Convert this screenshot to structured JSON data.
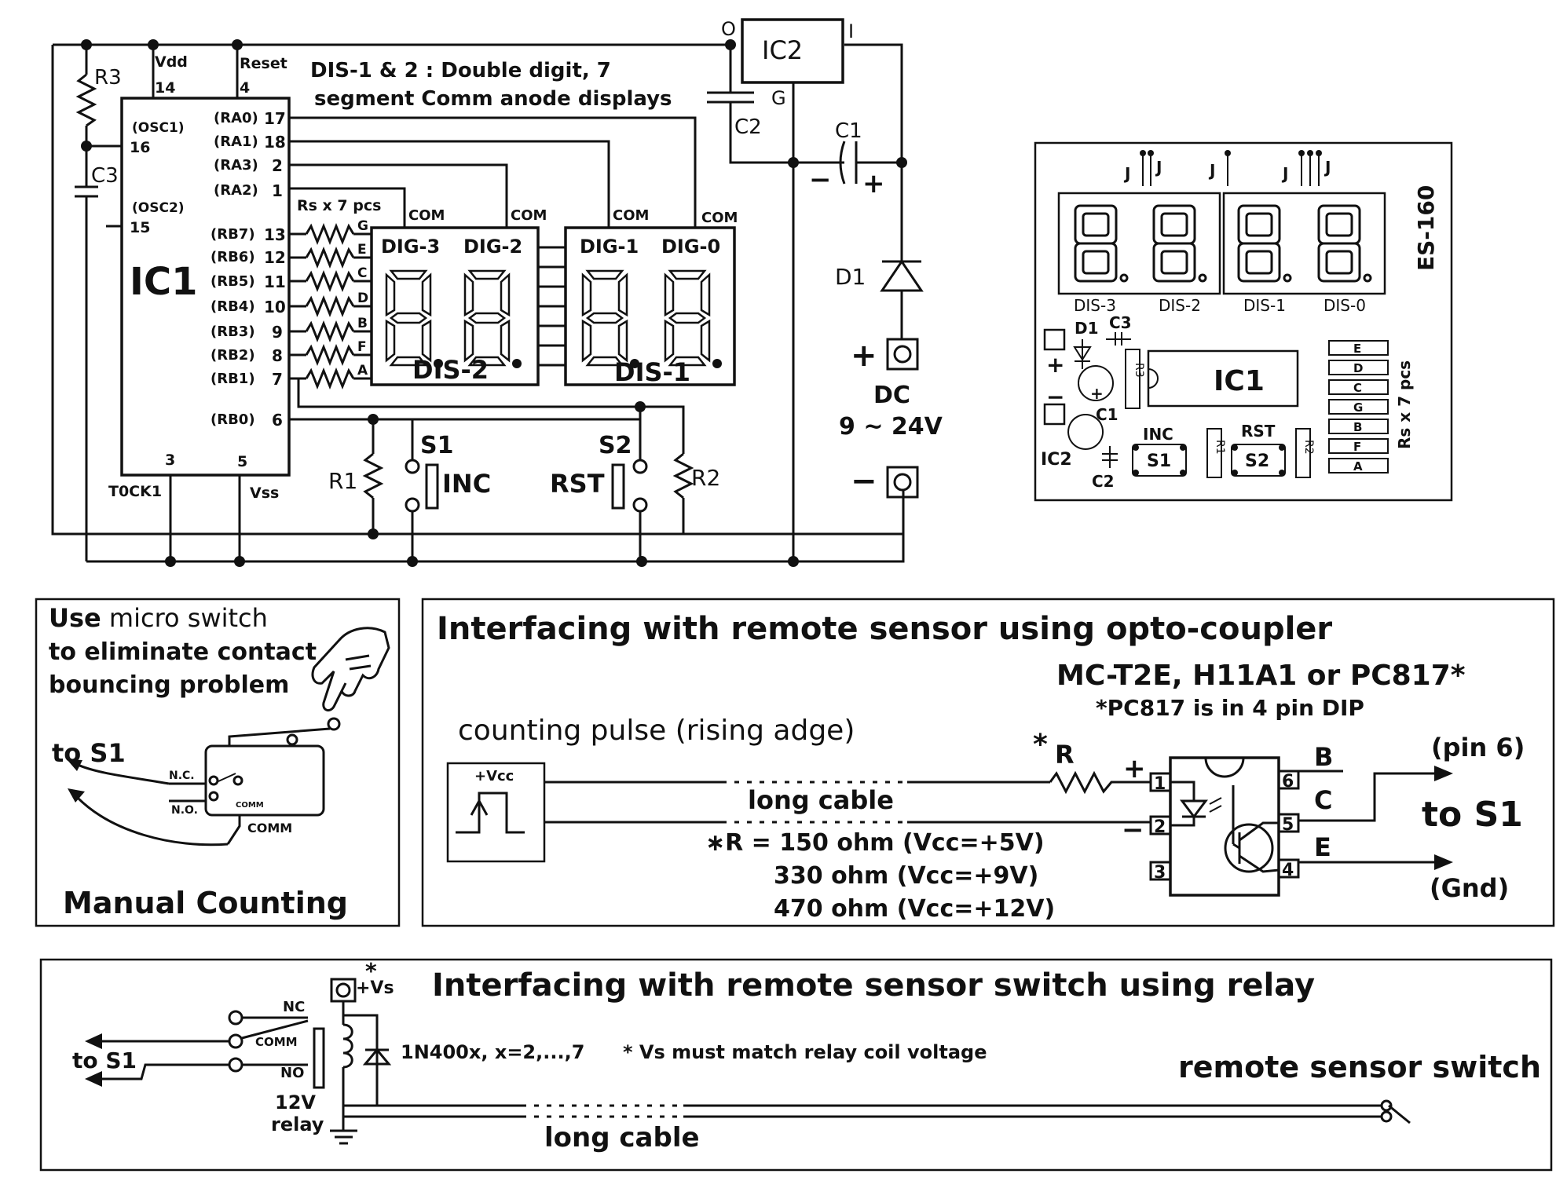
{
  "schematic": {
    "ic1": {
      "name": "IC1",
      "top_pins": [
        {
          "label": "Vdd",
          "num": "14"
        },
        {
          "label": "Reset",
          "num": "4"
        }
      ],
      "left_pins": [
        {
          "label": "(OSC1)",
          "num": "16"
        },
        {
          "label": "(OSC2)",
          "num": "15"
        }
      ],
      "right_pins": [
        {
          "label": "(RA0)",
          "num": "17"
        },
        {
          "label": "(RA1)",
          "num": "18"
        },
        {
          "label": "(RA3)",
          "num": "2"
        },
        {
          "label": "(RA2)",
          "num": "1"
        },
        {
          "label": "(RB7)",
          "num": "13"
        },
        {
          "label": "(RB6)",
          "num": "12"
        },
        {
          "label": "(RB5)",
          "num": "11"
        },
        {
          "label": "(RB4)",
          "num": "10"
        },
        {
          "label": "(RB3)",
          "num": "9"
        },
        {
          "label": "(RB2)",
          "num": "8"
        },
        {
          "label": "(RB1)",
          "num": "7"
        },
        {
          "label": "(RB0)",
          "num": "6"
        }
      ],
      "bottom_pins": [
        {
          "label": "T0CK1",
          "num": "3"
        },
        {
          "label": "Vss",
          "num": "5"
        }
      ]
    },
    "r3": "R3",
    "c3": "C3",
    "ic2": {
      "name": "IC2",
      "o": "O",
      "i": "I",
      "g": "G"
    },
    "c1": "C1",
    "c2": "C2",
    "d1": "D1",
    "dc_label": "DC",
    "dc_range": "9 ~ 24V",
    "plus": "+",
    "minus": "−",
    "display_note": [
      "DIS-1 & 2 : Double digit,  7",
      "segment Comm anode displays"
    ],
    "rs_label": "Rs x 7 pcs",
    "segments": [
      "G",
      "E",
      "C",
      "D",
      "B",
      "F",
      "A"
    ],
    "com": "COM",
    "dis2": {
      "name": "DIS-2",
      "digits": [
        "DIG-3",
        "DIG-2"
      ]
    },
    "dis1": {
      "name": "DIS-1",
      "digits": [
        "DIG-1",
        "DIG-0"
      ]
    },
    "s1": {
      "name": "S1",
      "func": "INC"
    },
    "s2": {
      "name": "S2",
      "func": "RST"
    },
    "r1": "R1",
    "r2": "R2"
  },
  "pcb": {
    "model": "ES-160",
    "jumper": "J",
    "displays": [
      "DIS-3",
      "DIS-2",
      "DIS-1",
      "DIS-0"
    ],
    "ic1": "IC1",
    "d1": "D1",
    "c3": "C3",
    "c1": "C1",
    "r3": "R3",
    "ic2": "IC2",
    "c2": "C2",
    "inc": "INC",
    "s1": "S1",
    "r1": "R1",
    "rst": "RST",
    "s2": "S2",
    "r2": "R2",
    "rs_label": "Rs x 7 pcs",
    "segments": [
      "E",
      "D",
      "C",
      "G",
      "B",
      "F",
      "A"
    ]
  },
  "manual": {
    "line1_bold": "Use",
    "line1_rest": " micro switch",
    "line2": "to eliminate contact",
    "line3": "bouncing problem",
    "to_s1": "to S1",
    "nc": "N.C.",
    "no": "N.O.",
    "comm_small": "COMM",
    "comm": "COMM",
    "title": "Manual Counting"
  },
  "opto": {
    "title": "Interfacing with remote sensor using opto-coupler",
    "models": "MC-T2E,  H11A1 or PC817*",
    "note": "*PC817 is in 4 pin DIP",
    "pulse_label": "counting pulse (rising adge)",
    "vcc": "+Vcc",
    "cable": "long cable",
    "r_star": "*",
    "r": "R",
    "r_values": [
      {
        "star": "∗",
        "text": "R = 150 ohm  (Vcc=+5V)"
      },
      {
        "star": "",
        "text": "330 ohm  (Vcc=+9V)"
      },
      {
        "star": "",
        "text": "470 ohm  (Vcc=+12V)"
      }
    ],
    "pins_left": [
      "1",
      "2",
      "3"
    ],
    "pins_right": [
      "6",
      "5",
      "4"
    ],
    "b": "B",
    "c": "C",
    "e": "E",
    "pin6": "(pin 6)",
    "to_s1": "to S1",
    "gnd": "(Gnd)",
    "plus": "+",
    "minus": "−"
  },
  "relay": {
    "title": "Interfacing with remote sensor switch using relay",
    "vs_star": "*",
    "vs": "+Vs",
    "nc": "NC",
    "comm": "COMM",
    "no": "NO",
    "to_s1": "to S1",
    "diode": "1N400x,  x=2,...,7",
    "note": "*  Vs must match  relay coil voltage",
    "relay_v": "12V",
    "relay": "relay",
    "cable": "long cable",
    "remote": "remote sensor switch"
  }
}
